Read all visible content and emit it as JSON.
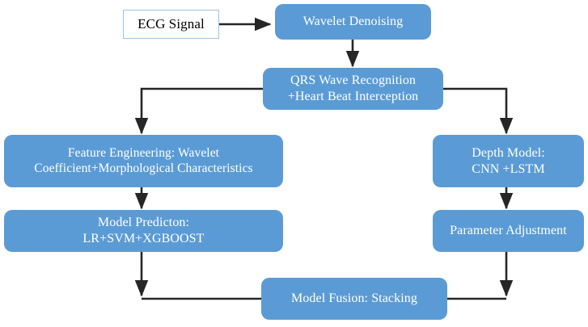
{
  "diagram": {
    "title": "ECG classification pipeline flowchart",
    "palette": {
      "node_fill": "#5b9bd5",
      "node_text": "#ffffff",
      "plain_fill": "#ffffff",
      "plain_border": "#9dc3e6",
      "plain_text": "#000000",
      "wire": "#262626",
      "background": "#ffffff"
    },
    "nodes": [
      {
        "id": "ecg_signal",
        "label": "ECG Signal"
      },
      {
        "id": "wavelet_denoising",
        "label": "Wavelet Denoising"
      },
      {
        "id": "qrs_recognition",
        "label": "QRS Wave Recognition\n+Heart Beat Interception"
      },
      {
        "id": "feature_engineering",
        "label": "Feature Engineering: Wavelet\nCoefficient+Morphological Characteristics"
      },
      {
        "id": "depth_model",
        "label": "Depth Model:\nCNN +LSTM"
      },
      {
        "id": "model_prediction",
        "label": "Model Predicton:\nLR+SVM+XGBOOST"
      },
      {
        "id": "parameter_adjustment",
        "label": "Parameter Adjustment"
      },
      {
        "id": "model_fusion",
        "label": "Model Fusion: Stacking"
      }
    ]
  }
}
